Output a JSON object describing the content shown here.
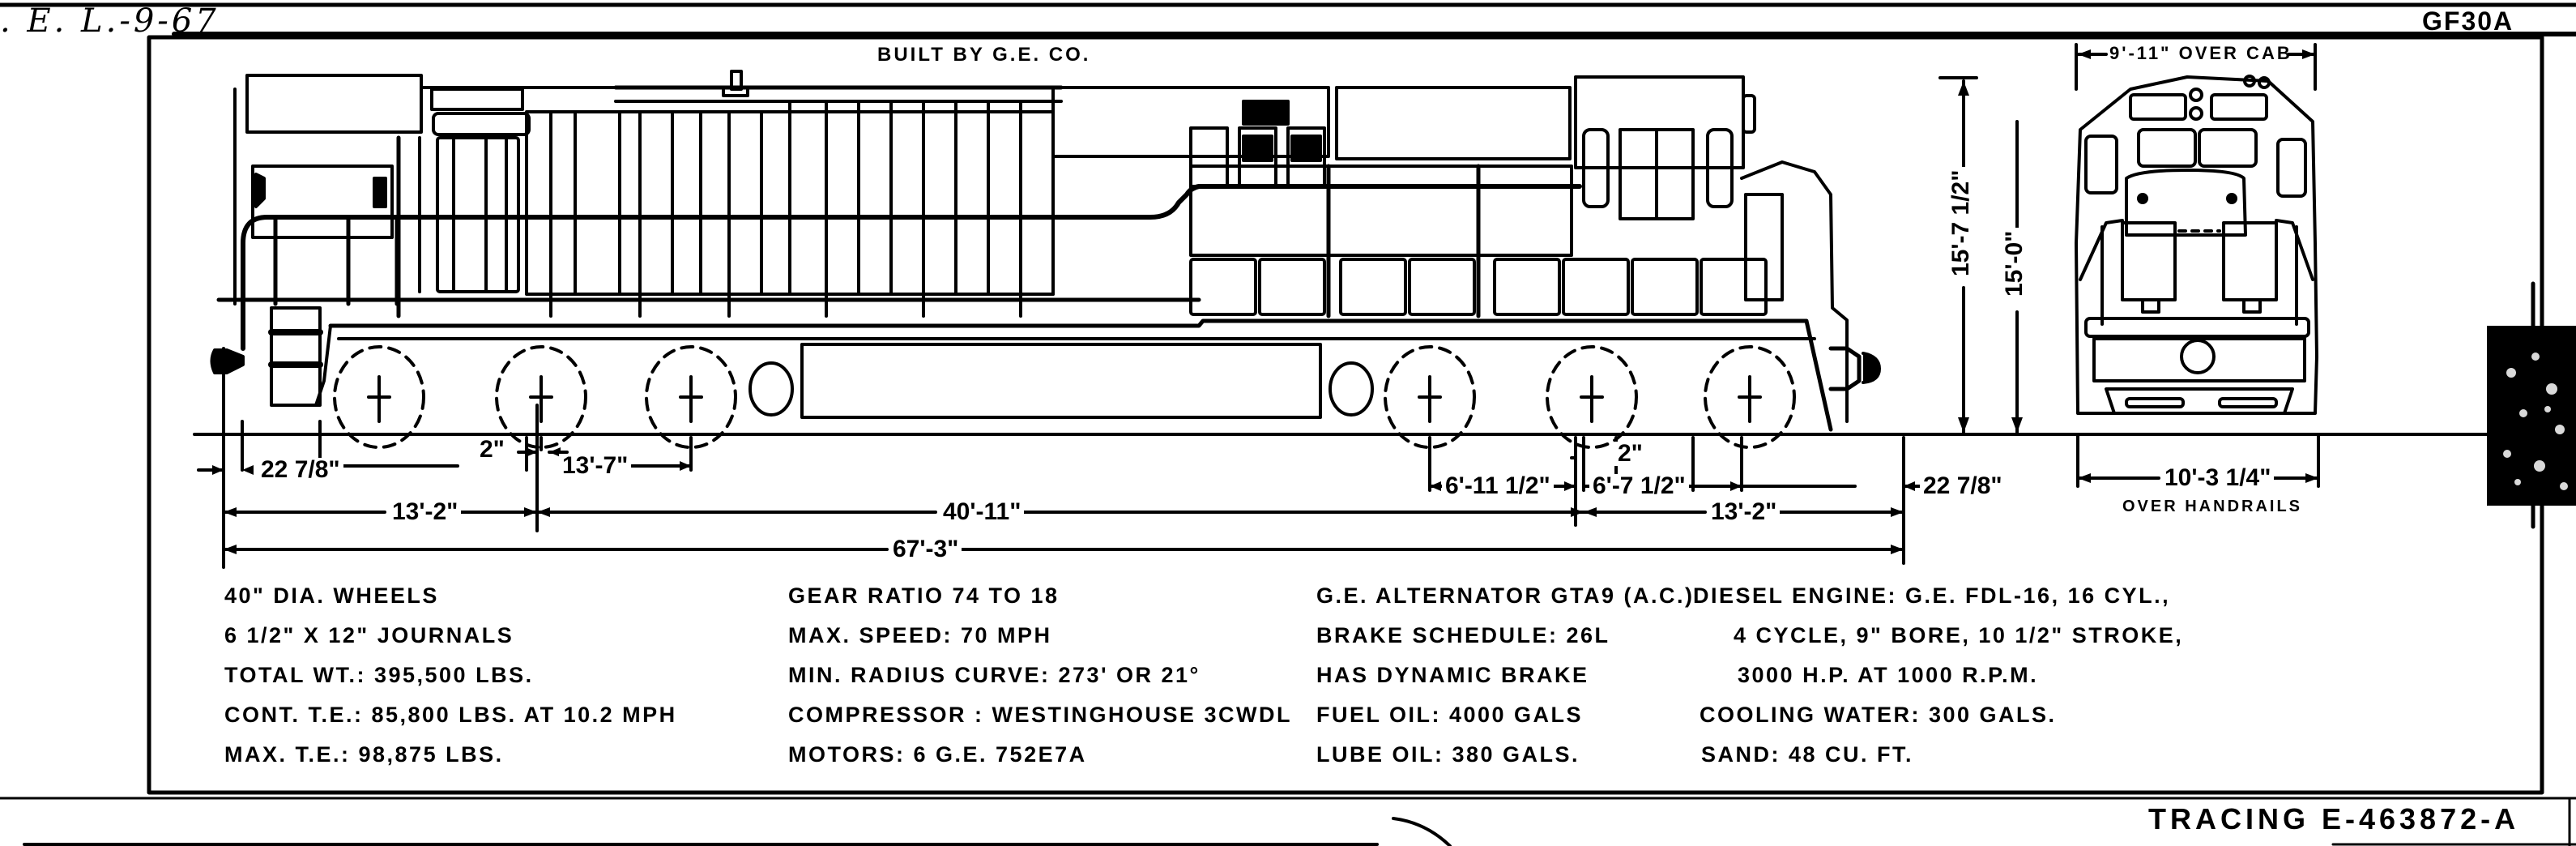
{
  "header": {
    "handwritten_date": ". E. L.-9-67",
    "model_code": "GF30A",
    "builder_label": "BUILT BY G.E. CO."
  },
  "footer": {
    "tracing_number": "TRACING E-463872-A"
  },
  "side_view_dimensions": {
    "coupler_to_truck_left": "22 7/8\"",
    "truck_wheel_offset_left": "2\"",
    "truck_wheelbase_left": "13'-7\"",
    "end_to_truck_center_left": "13'-2\"",
    "truck_centers": "40'-11\"",
    "overall_length": "67'-3\"",
    "axle_spacing_a": "6'-11 1/2\"",
    "truck_wheel_offset_right": "2\"",
    "axle_spacing_b": "6'-7 1/2\"",
    "end_to_truck_center_right": "13'-2\"",
    "coupler_to_truck_right": "22 7/8\""
  },
  "height_dimensions": {
    "overall_height": "15'-7 1/2\"",
    "cab_height": "15'-0\""
  },
  "end_view_dimensions": {
    "width_over_cab": "9'-11\" OVER CAB",
    "width_over_handrails": "10'-3 1/4\"",
    "width_over_handrails_caption": "OVER HANDRAILS"
  },
  "specs": {
    "column_1": [
      "40\" DIA. WHEELS",
      "6 1/2\" X 12\" JOURNALS",
      "TOTAL WT.: 395,500 LBS.",
      "CONT. T.E.: 85,800 LBS. AT 10.2 MPH",
      "MAX. T.E.: 98,875 LBS."
    ],
    "column_2": [
      "GEAR RATIO 74 TO 18",
      "MAX. SPEED: 70 MPH",
      "MIN. RADIUS CURVE: 273' OR 21°",
      "COMPRESSOR : WESTINGHOUSE 3CWDL",
      "MOTORS: 6 G.E. 752E7A"
    ],
    "column_3": [
      "G.E. ALTERNATOR GTA9 (A.C.)",
      "BRAKE SCHEDULE: 26L",
      "HAS DYNAMIC BRAKE",
      "FUEL OIL: 4000 GALS",
      "LUBE OIL: 380 GALS."
    ],
    "column_4": [
      "DIESEL ENGINE: G.E. FDL-16, 16 CYL.,",
      "4 CYCLE, 9\" BORE, 10 1/2\" STROKE,",
      "3000 H.P. AT 1000 R.P.M.",
      "COOLING WATER: 300 GALS.",
      "SAND: 48 CU. FT."
    ]
  },
  "colors": {
    "ink": "#000000",
    "paper": "#ffffff"
  }
}
